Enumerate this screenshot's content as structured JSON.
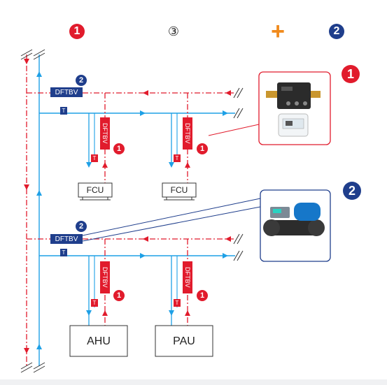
{
  "header": {
    "label_left": "1",
    "label_mid": "③",
    "label_plus": "+",
    "label_right": "2"
  },
  "labels": {
    "dftbv": "DFTBV",
    "t": "T",
    "one": "1",
    "two": "2"
  },
  "units": {
    "fcu": "FCU",
    "ahu": "AHU",
    "pau": "PAU"
  },
  "callouts": {
    "upper_badge": "1",
    "lower_badge": "2"
  },
  "colors": {
    "red": "#e11b2c",
    "blue": "#1f3e8c",
    "supply": "#1ea0e6",
    "return": "#e11b2c",
    "orange": "#f08a1c"
  }
}
